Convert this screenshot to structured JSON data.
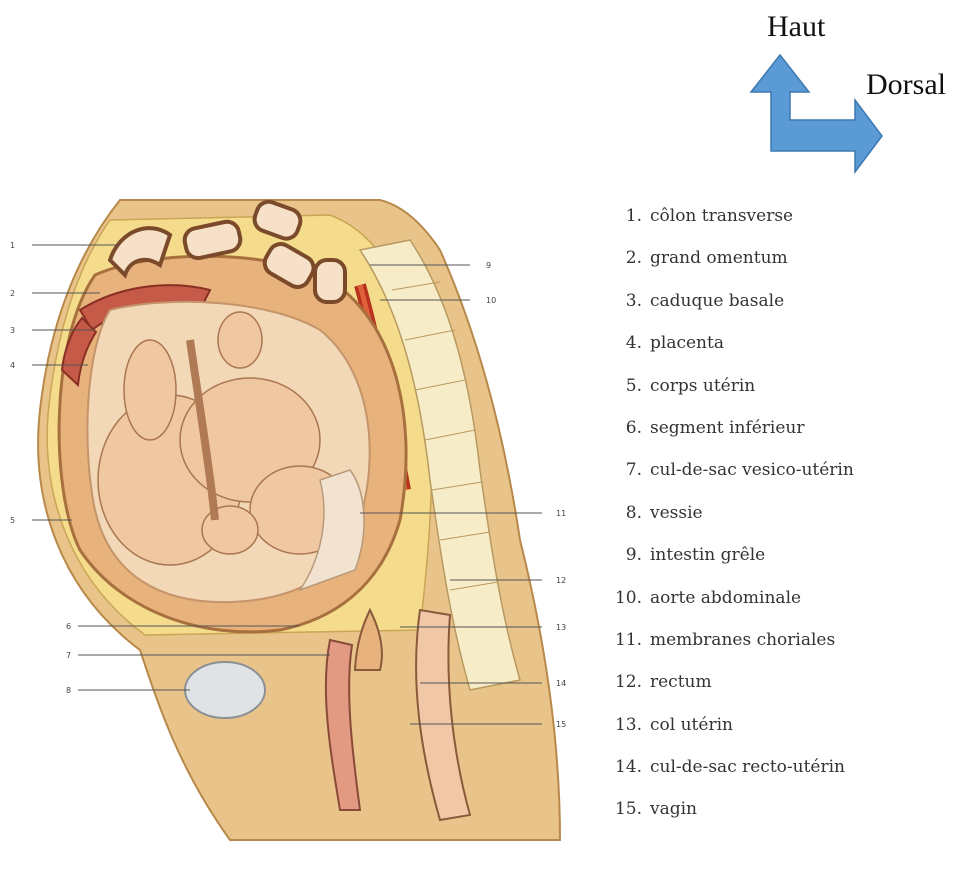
{
  "orientation": {
    "up_label": "Haut",
    "right_label": "Dorsal",
    "arrow_color": "#5b9bd5"
  },
  "figure_numbers": [
    "1",
    "2",
    "3",
    "4",
    "5",
    "6",
    "7",
    "8",
    "9",
    "10",
    "11",
    "12",
    "13",
    "14",
    "15"
  ],
  "legend": [
    {
      "num": "1.",
      "text": "côlon transverse"
    },
    {
      "num": "2.",
      "text": "grand omentum"
    },
    {
      "num": "3.",
      "text": "caduque basale"
    },
    {
      "num": "4.",
      "text": "placenta"
    },
    {
      "num": "5.",
      "text": "corps utérin"
    },
    {
      "num": "6.",
      "text": "segment inférieur"
    },
    {
      "num": "7.",
      "text": "cul-de-sac vesico-utérin"
    },
    {
      "num": "8.",
      "text": "vessie"
    },
    {
      "num": "9.",
      "text": "intestin grêle"
    },
    {
      "num": "10.",
      "text": "aorte abdominale"
    },
    {
      "num": "11.",
      "text": "membranes choriales"
    },
    {
      "num": "12.",
      "text": "rectum"
    },
    {
      "num": "13.",
      "text": "col utérin"
    },
    {
      "num": "14.",
      "text": "cul-de-sac recto-utérin"
    },
    {
      "num": "15.",
      "text": "vagin"
    }
  ]
}
